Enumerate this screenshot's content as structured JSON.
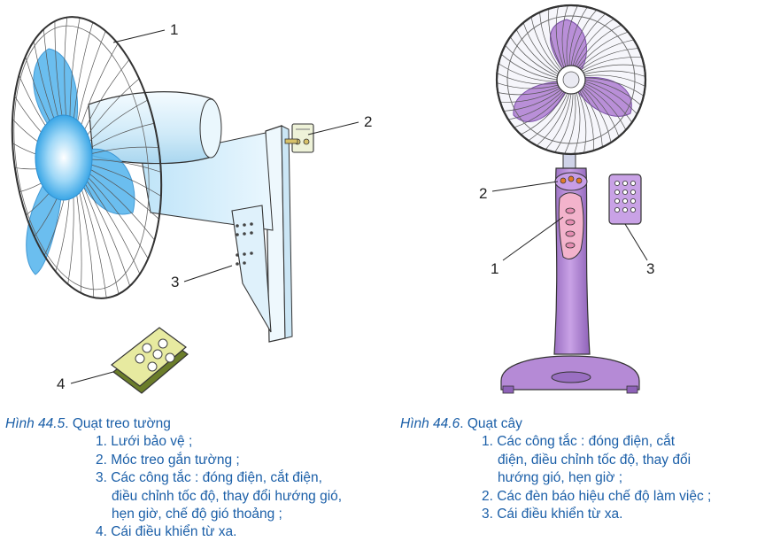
{
  "figures": {
    "left": {
      "fig_label": "Hình 44.5",
      "title": ". Quạt treo tường",
      "callouts": [
        "1",
        "2",
        "3",
        "4"
      ],
      "items": [
        [
          "1. Lưới bảo vệ ;"
        ],
        [
          "2. Móc treo gắn tường ;"
        ],
        [
          "3. Các công tắc : đóng điện, cắt điện,",
          "điều chỉnh tốc độ, thay đổi hướng gió,",
          "hẹn giờ, chế độ gió thoảng ;"
        ],
        [
          "4. Cái điều khiển từ xa."
        ]
      ]
    },
    "right": {
      "fig_label": "Hình 44.6",
      "title": ". Quạt cây",
      "callouts": [
        "1",
        "2",
        "3"
      ],
      "items": [
        [
          "1. Các công tắc : đóng điện, cắt",
          "điện, điều chỉnh tốc độ, thay đổi",
          "hướng gió, hẹn giờ ;"
        ],
        [
          "2. Các đèn báo hiệu chế độ làm việc ;"
        ],
        [
          "3. Cái điều khiển từ xa."
        ]
      ]
    }
  },
  "colors": {
    "caption_text": "#1b5fa8",
    "wall_fan_blade": "#5cb8ee",
    "stand_fan_blade": "#b98fd8",
    "stand_body": "#b58ad6",
    "wall_fan_body": "#d8effa"
  }
}
